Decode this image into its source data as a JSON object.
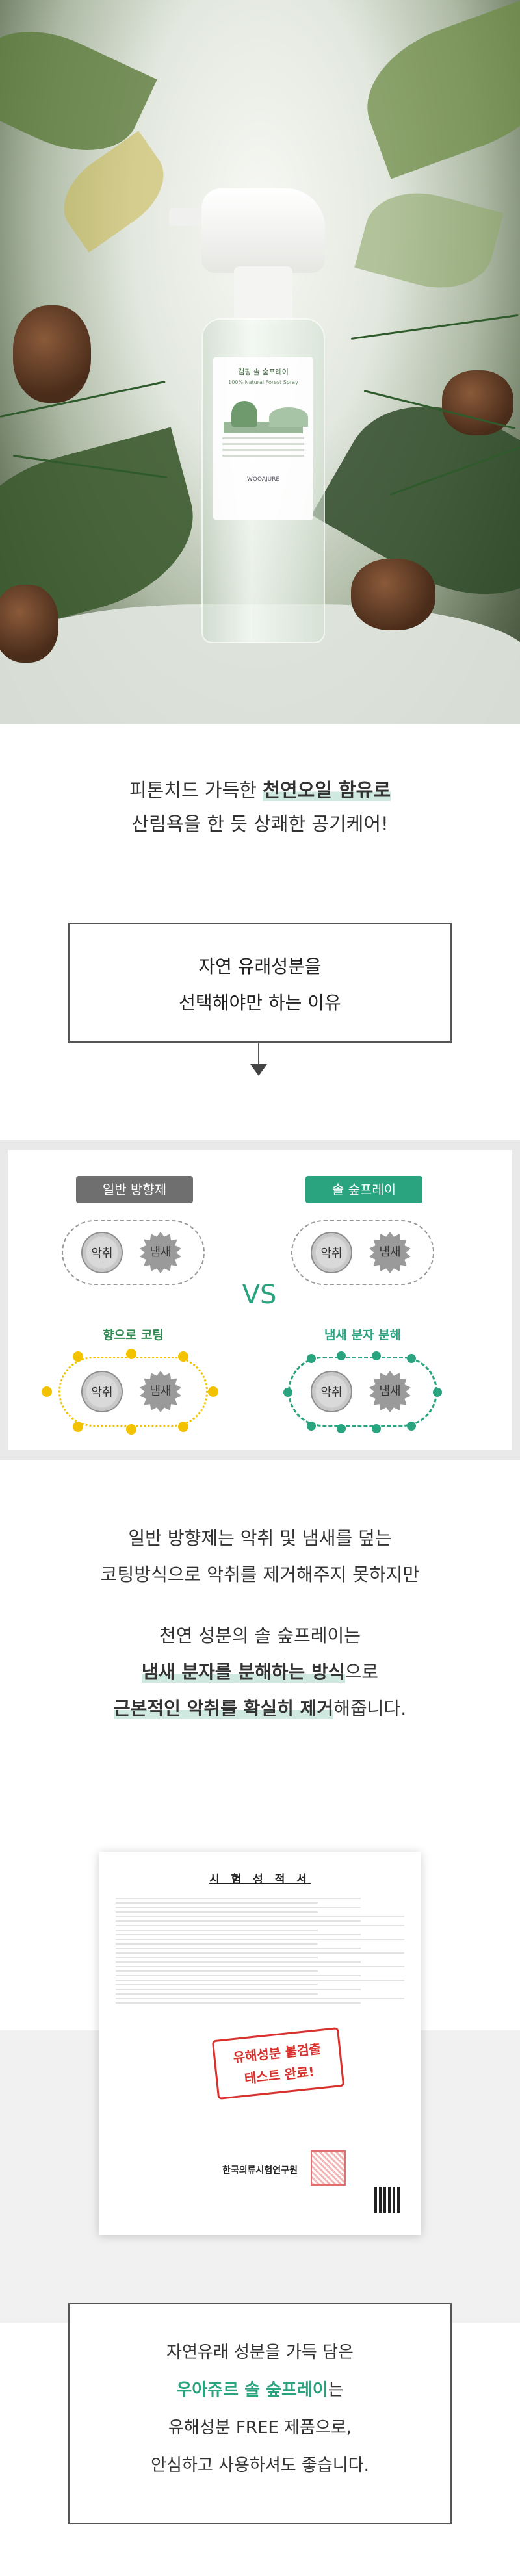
{
  "hero": {
    "product_label_title": "캠핑 솔 숲프레이",
    "product_label_sub": "100% Natural Forest Spray",
    "product_brand": "WOOAJURE"
  },
  "intro": {
    "line1_prefix": "피톤치드 가득한 ",
    "line1_highlight": "천연오일 함유로",
    "line2": "산림욕을 한 듯 상쾌한 공기케어!"
  },
  "reason_box": {
    "line1": "자연 유래성분을",
    "line2": "선택해야만 하는 이유"
  },
  "comparison": {
    "left_tag": "일반 방향제",
    "right_tag": "솔 숲프레이",
    "vs": "VS",
    "malodor": "악취",
    "smell": "냄새",
    "left_caption": "향으로 코팅",
    "right_caption": "냄새 분자 분해"
  },
  "explain": {
    "p1_line1": "일반 방향제는 악취 및 냄새를 덮는",
    "p1_line2": "코팅방식으로 악취를 제거해주지 못하지만",
    "p2_line1": "천연 성분의 솔 숲프레이는",
    "p2_line2_hl": "냄새 분자를 분해하는 방식",
    "p2_line2_rest": "으로",
    "p2_line3_hl": "근본적인 악취를 확실히 제거",
    "p2_line3_rest": "해줍니다."
  },
  "certificate": {
    "title": "시 험 성 적 서",
    "stamp_line1": "유해성분 불검출",
    "stamp_line2": "테스트 완료!",
    "org": "한국의류시험연구원",
    "colors": {
      "stamp": "#d8322f"
    }
  },
  "bottom_box": {
    "line1": "자연유래 성분을 가득 담은",
    "line2_green": "우아쥬르 솔 숲프레이",
    "line2_rest": "는",
    "line3": "유해성분 FREE 제품으로,",
    "line4": "안심하고 사용하셔도 좋습니다."
  },
  "colors": {
    "accent_green": "#2aa37f",
    "gray_tag": "#6f6f6f",
    "highlight": "#cfe9e1",
    "coating_yellow": "#f2c200"
  }
}
